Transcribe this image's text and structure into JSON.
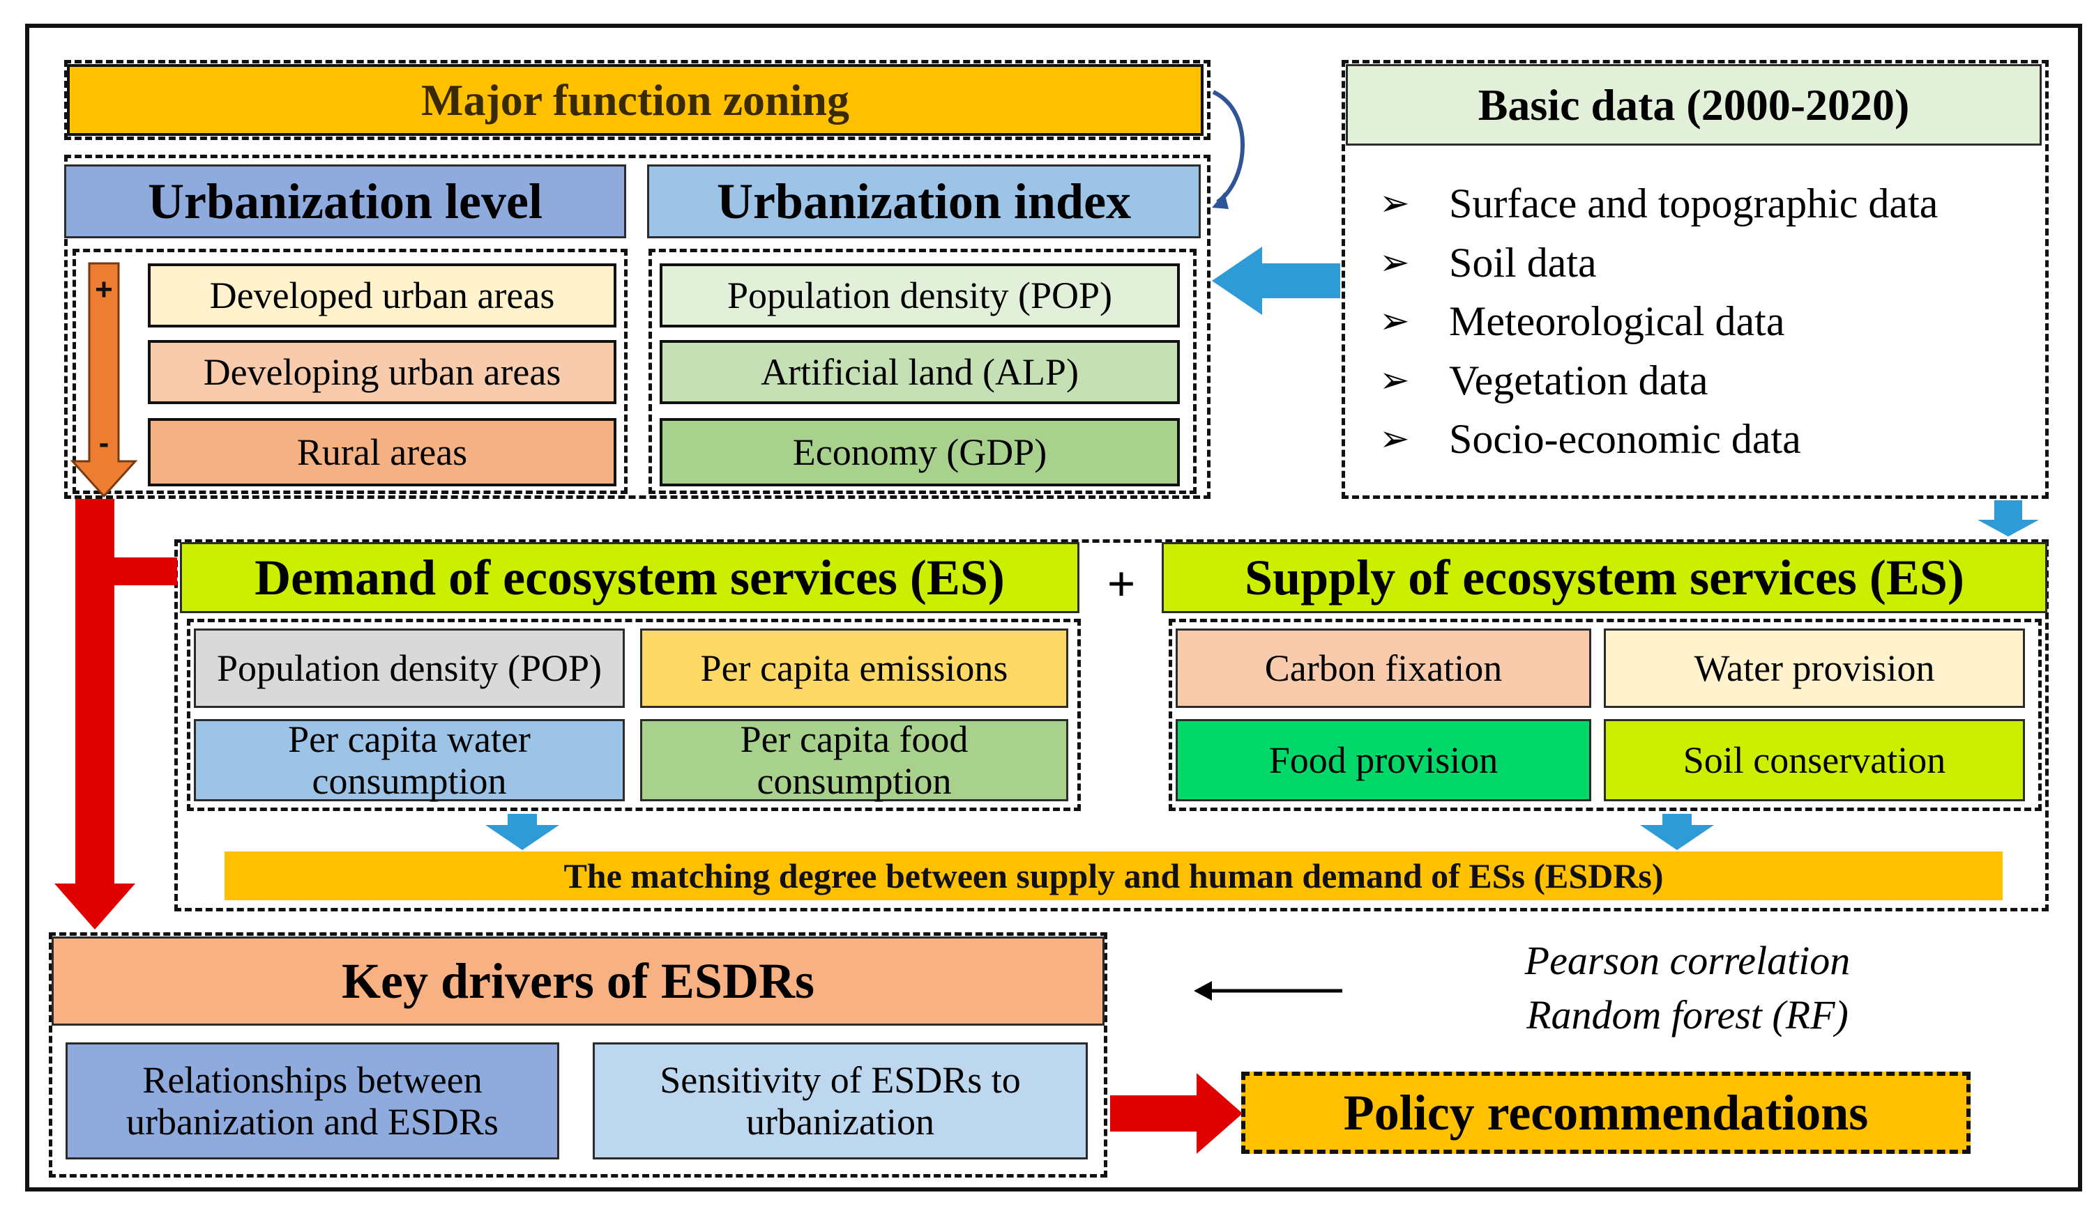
{
  "major_function_zoning": "Major function zoning",
  "basic_data": {
    "title": "Basic data (2000-2020)",
    "items": [
      "Surface and topographic data",
      "Soil data",
      "Meteorological data",
      "Vegetation data",
      "Socio-economic data"
    ],
    "bullet": "➢"
  },
  "urbanization_level": {
    "title": "Urbanization level",
    "plus": "+",
    "minus": "-",
    "items": [
      "Developed urban areas",
      "Developing urban areas",
      "Rural areas"
    ]
  },
  "urbanization_index": {
    "title": "Urbanization index",
    "items": [
      "Population density (POP)",
      "Artificial land (ALP)",
      "Economy (GDP)"
    ]
  },
  "demand": {
    "title": "Demand of ecosystem services (ES)",
    "items": [
      "Population density (POP)",
      "Per capita emissions",
      "Per capita water consumption",
      "Per capita food consumption"
    ]
  },
  "plus_sign": "+",
  "supply": {
    "title": "Supply of ecosystem services (ES)",
    "items": [
      "Carbon fixation",
      "Water provision",
      "Food provision",
      "Soil conservation"
    ]
  },
  "matching_degree": "The matching degree between supply and human demand of ESs (ESDRs)",
  "key_drivers": {
    "title": "Key drivers of ESDRs",
    "items": [
      "Relationships between urbanization and ESDRs",
      "Sensitivity of ESDRs to urbanization"
    ]
  },
  "methods": [
    "Pearson correlation",
    "Random forest (RF)"
  ],
  "policy": "Policy recommendations",
  "colors": {
    "zoning": "#FFC000",
    "basic_data_header": "#E2F0D9",
    "urbanization_level_header": "#8FAADC",
    "urbanization_index_header": "#9DC3E6",
    "developed": "#FFF2CC",
    "developing": "#F8CBAD",
    "rural": "#F4B183",
    "pop_index": "#E2F0D9",
    "alp_index": "#C5E0B4",
    "gdp_index": "#A9D18E",
    "es_header": "#CCEE00",
    "key_drivers_header": "#F8B183",
    "policy": "#FFC000",
    "red_arrow": "#E00000",
    "blue_arrow": "#2E9BD6",
    "orange_arrow": "#ED7D31"
  }
}
